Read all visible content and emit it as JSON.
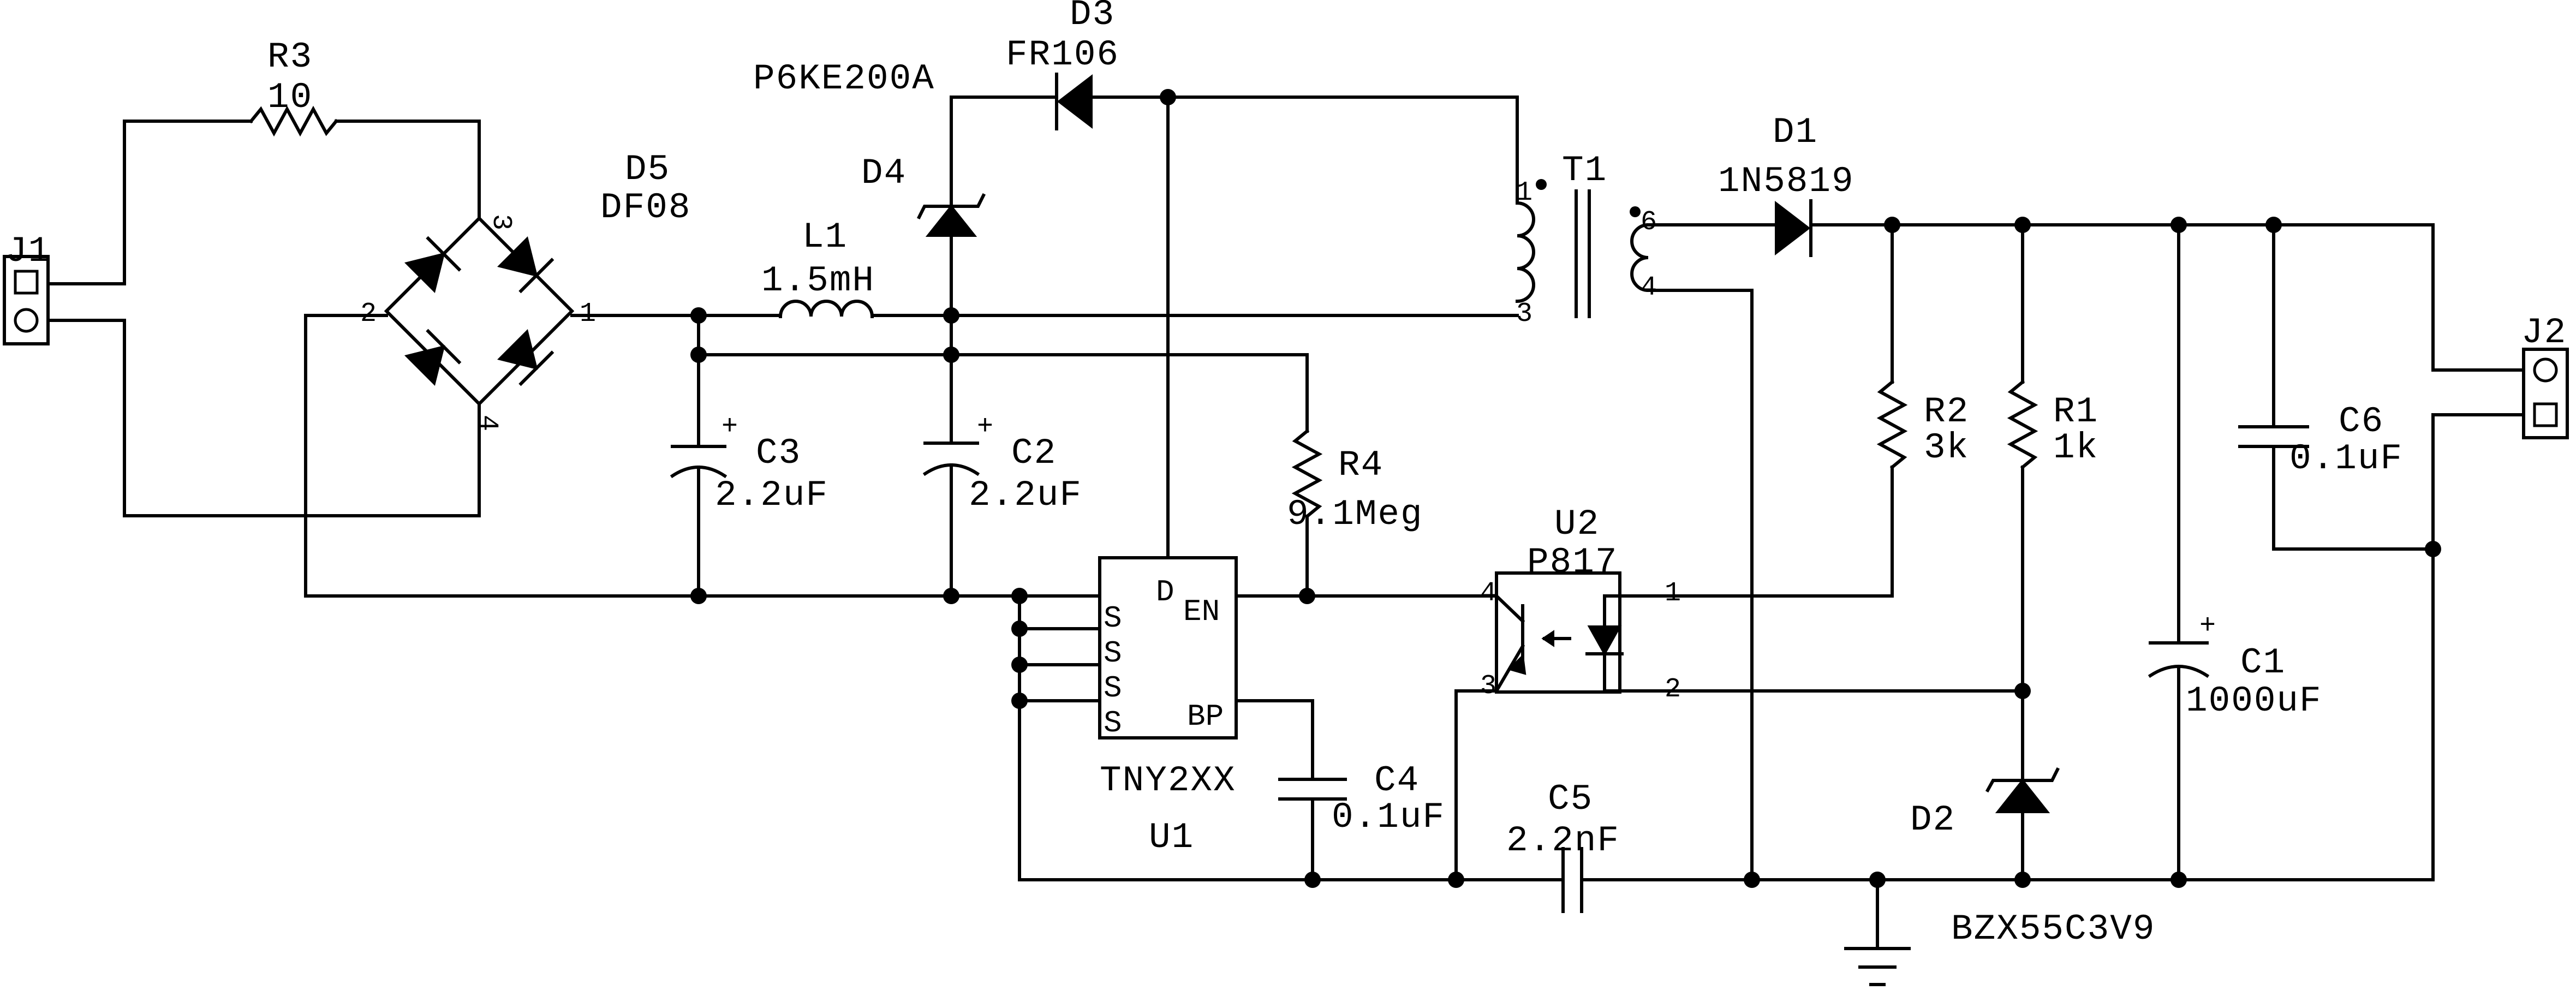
{
  "components": {
    "R3": {
      "ref": "R3",
      "value": "10"
    },
    "D5": {
      "ref": "D5",
      "value": "DF08"
    },
    "D3": {
      "ref": "D3",
      "value": "FR106"
    },
    "D4": {
      "ref": "D4",
      "value": "P6KE200A"
    },
    "L1": {
      "ref": "L1",
      "value": "1.5mH"
    },
    "T1": {
      "ref": "T1"
    },
    "D1": {
      "ref": "D1",
      "value": "1N5819"
    },
    "C3": {
      "ref": "C3",
      "value": "2.2uF"
    },
    "C2": {
      "ref": "C2",
      "value": "2.2uF"
    },
    "R4": {
      "ref": "R4",
      "value": "9.1Meg"
    },
    "U1": {
      "ref": "U1",
      "value": "TNY2XX"
    },
    "U2": {
      "ref": "U2",
      "value": "P817"
    },
    "R2": {
      "ref": "R2",
      "value": "3k"
    },
    "R1": {
      "ref": "R1",
      "value": "1k"
    },
    "C6": {
      "ref": "C6",
      "value": "0.1uF"
    },
    "C1": {
      "ref": "C1",
      "value": "1000uF"
    },
    "C4": {
      "ref": "C4",
      "value": "0.1uF"
    },
    "C5": {
      "ref": "C5",
      "value": "2.2nF"
    },
    "D2": {
      "ref": "D2",
      "value": "BZX55C3V9"
    },
    "J1": {
      "ref": "J1"
    },
    "J2": {
      "ref": "J2"
    }
  },
  "pins": {
    "bridge": {
      "p1": "1",
      "p2": "2",
      "p3": "3",
      "p4": "4"
    },
    "t1": {
      "p1": "1",
      "p3": "3",
      "p4": "4",
      "p6": "6"
    },
    "u2": {
      "p1": "1",
      "p2": "2",
      "p3": "3",
      "p4": "4"
    },
    "u1": {
      "s1": "S",
      "s2": "S",
      "s3": "S",
      "s4": "S",
      "d": "D",
      "en": "EN",
      "bp": "BP"
    },
    "polarity": "+"
  }
}
